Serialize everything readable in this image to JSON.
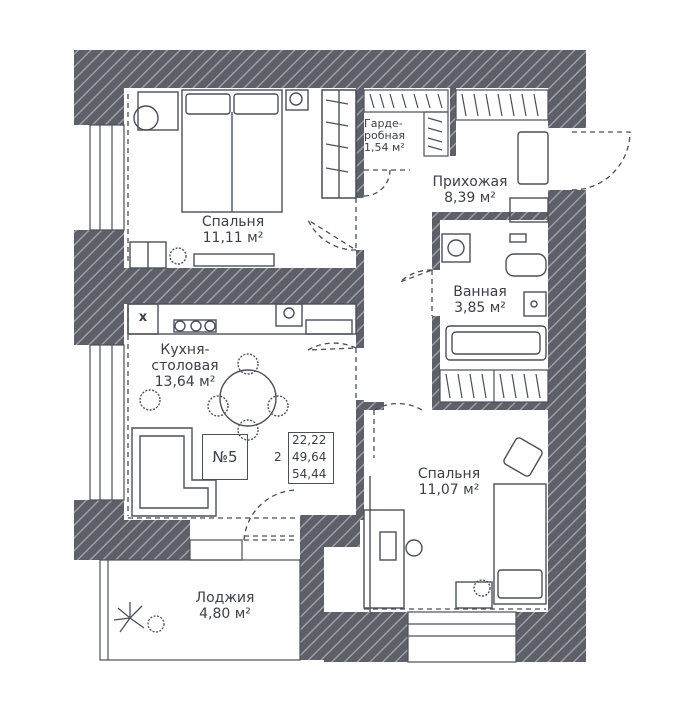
{
  "rooms": [
    {
      "id": "bedroom1",
      "name": "Спальня",
      "area": "11,11",
      "unit": "м²"
    },
    {
      "id": "wardrobe",
      "name": "Гарде-\nробная",
      "area": "1,54",
      "unit": "м²"
    },
    {
      "id": "hall",
      "name": "Прихожая",
      "area": "8,39",
      "unit": "м²"
    },
    {
      "id": "bathroom",
      "name": "Ванная",
      "area": "3,85",
      "unit": "м²"
    },
    {
      "id": "kitchen",
      "name": "Кухня-\nстоловая",
      "area": "13,64",
      "unit": "м²"
    },
    {
      "id": "bedroom2",
      "name": "Спальня",
      "area": "11,07",
      "unit": "м²"
    },
    {
      "id": "loggia",
      "name": "Лоджия",
      "area": "4,80",
      "unit": "м²"
    }
  ],
  "apartment": {
    "number_label": "№5",
    "rooms_count": "2",
    "living_area": "22,22",
    "total_area": "49,64",
    "total_with_loggia": "54,44"
  },
  "icons": {
    "stove_mark": "x"
  },
  "colors": {
    "wall": "#5d6068",
    "hatch": "#8b8e95",
    "line": "#4a4f5a",
    "background": "#ffffff"
  }
}
